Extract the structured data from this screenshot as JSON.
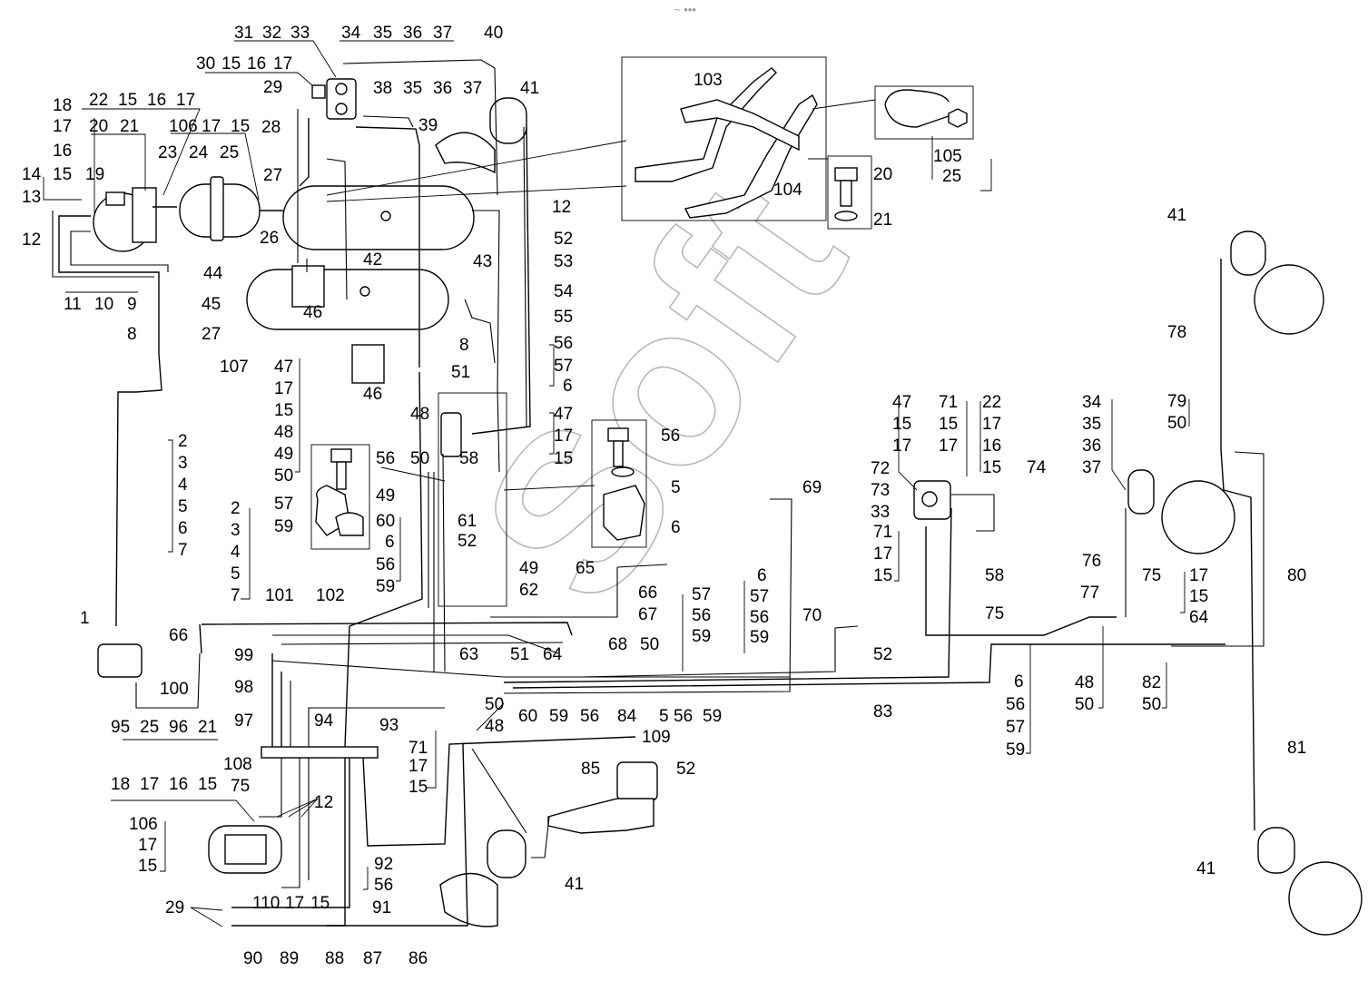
{
  "header": {
    "mark": "~ •••"
  },
  "watermark": "Soft",
  "labels": {
    "l31": "31",
    "l32": "32",
    "l33": "33",
    "l34": "34",
    "l35": "35",
    "l36": "36",
    "l37": "37",
    "l40": "40",
    "l30": "30",
    "l15a": "15",
    "l16a": "16",
    "l17a": "17",
    "l29a": "29",
    "l28": "28",
    "l38": "38",
    "l35b": "35",
    "l36b": "36",
    "l37b": "37",
    "l41a": "41",
    "l39": "39",
    "l18a": "18",
    "l22": "22",
    "l15b": "15",
    "l16b": "16",
    "l17b": "17",
    "l17c": "17",
    "l20a": "20",
    "l21a": "21",
    "l106a": "106",
    "l17d": "17",
    "l15c": "15",
    "l16c": "16",
    "l23": "23",
    "l24": "24",
    "l25a": "25",
    "l14": "14",
    "l15d": "15",
    "l19": "19",
    "l27a": "27",
    "l13": "13",
    "l12a": "12",
    "l26": "26",
    "l12b": "12",
    "l44": "44",
    "l42": "42",
    "l11": "11",
    "l10": "10",
    "l9": "9",
    "l45": "45",
    "l43": "43",
    "l52a": "52",
    "l53": "53",
    "l54": "54",
    "l27b": "27",
    "l46a": "46",
    "l55": "55",
    "l8a": "8",
    "l107": "107",
    "l8b": "8",
    "l56a": "56",
    "l57a": "57",
    "l6a": "6",
    "l47a": "47",
    "l51a": "51",
    "l46b": "46",
    "l17e": "17",
    "l15e": "15",
    "l48a": "48",
    "l49a": "49",
    "l50a": "50",
    "l47b": "47",
    "l17f": "17",
    "l15f": "15",
    "l50b": "50",
    "l58a": "58",
    "l56b": "56",
    "l56c": "56",
    "l57b": "57",
    "l59a": "59",
    "l49b": "49",
    "l52b": "52",
    "l61": "61",
    "l5a": "5",
    "l6b": "6",
    "l60a": "60",
    "l6c": "6",
    "l56d": "56",
    "l59b": "59",
    "l2a": "2",
    "l3a": "3",
    "l4a": "4",
    "l5b": "5",
    "l6d": "6",
    "l7a": "7",
    "l2b": "2",
    "l3b": "3",
    "l4b": "4",
    "l5c": "5",
    "l7b": "7",
    "l101": "101",
    "l102": "102",
    "l65": "65",
    "l49c": "49",
    "l62": "62",
    "l66a": "66",
    "l67": "67",
    "l1": "1",
    "l66b": "66",
    "l99": "99",
    "l98": "98",
    "l97": "97",
    "l100": "100",
    "l51b": "51",
    "l64a": "64",
    "l63": "63",
    "l68": "68",
    "l50c": "50",
    "l57c": "57",
    "l56e": "56",
    "l59c": "59",
    "l6e": "6",
    "l57d": "57",
    "l56f": "56",
    "l59d": "59",
    "l69": "69",
    "l70": "70",
    "l52c": "52",
    "l47c": "47",
    "l15g": "15",
    "l17g": "17",
    "l71a": "71",
    "l15h": "15",
    "l17h": "17",
    "l22b": "22",
    "l17i": "17",
    "l16d": "16",
    "l15i": "15",
    "l74": "74",
    "l72": "72",
    "l73": "73",
    "l33b": "33",
    "l71b": "71",
    "l17j": "17",
    "l15j": "15",
    "l58b": "58",
    "l75a": "75",
    "l83": "83",
    "l103": "103",
    "l104": "104",
    "l105": "105",
    "l25b": "25",
    "l20b": "20",
    "l21b": "21",
    "l41b": "41",
    "l78": "78",
    "l79": "79",
    "l50d": "50",
    "l34b": "34",
    "l35c": "35",
    "l36c": "36",
    "l37c": "37",
    "l76": "76",
    "l75b": "75",
    "l77": "77",
    "l17k": "17",
    "l15k": "15",
    "l64b": "64",
    "l80": "80",
    "l82": "82",
    "l50e": "50",
    "l6f": "6",
    "l56g": "56",
    "l57e": "57",
    "l59e": "59",
    "l48b": "48",
    "l50f": "50",
    "l81": "81",
    "l41c": "41",
    "l95": "95",
    "l25c": "25",
    "l96": "96",
    "l21c": "21",
    "l94": "94",
    "l93": "93",
    "l108": "108",
    "l75c": "75",
    "l50g": "50",
    "l48c": "48",
    "l60b": "60",
    "l59f": "59",
    "l56h": "56",
    "l84": "84",
    "l5d": "5",
    "l56i": "56",
    "l59g": "59",
    "l109": "109",
    "l71c": "71",
    "l17l": "17",
    "l15l": "15",
    "l85": "85",
    "l52d": "52",
    "l18b": "18",
    "l17m": "17",
    "l16e": "16",
    "l15m": "15",
    "l12c": "12",
    "l106b": "106",
    "l17n": "17",
    "l15n": "15",
    "l92": "92",
    "l56j": "56",
    "l41d": "41",
    "l110": "110",
    "l17o": "17",
    "l15o": "15",
    "l29b": "29",
    "l91": "91",
    "l90": "90",
    "l89": "89",
    "l88": "88",
    "l87": "87",
    "l86": "86"
  }
}
